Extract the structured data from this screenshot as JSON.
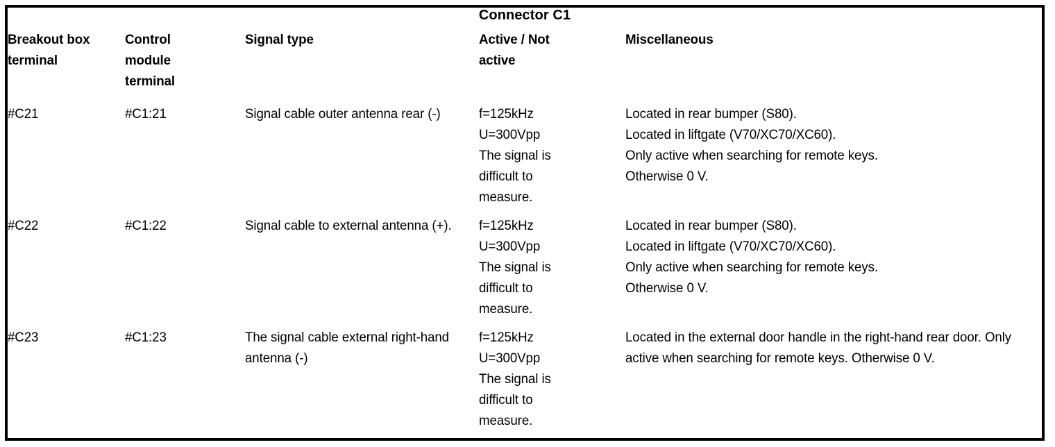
{
  "table": {
    "title": "Connector C1",
    "columns": [
      {
        "key": "breakout",
        "label": "Breakout box\nterminal"
      },
      {
        "key": "module",
        "label": "Control\nmodule\nterminal"
      },
      {
        "key": "signal",
        "label": "Signal type"
      },
      {
        "key": "active",
        "label": "Active / Not\nactive"
      },
      {
        "key": "misc",
        "label": "Miscellaneous"
      }
    ],
    "rows": [
      {
        "breakout": "#C21",
        "module": "#C1:21",
        "signal": "Signal cable outer antenna rear (-)",
        "active": "f=125kHz\nU=300Vpp\nThe signal is\ndifficult to\nmeasure.",
        "misc": "Located in rear bumper (S80).\nLocated in liftgate (V70/XC70/XC60).\nOnly active when searching for remote keys.\nOtherwise 0 V."
      },
      {
        "breakout": "#C22",
        "module": "#C1:22",
        "signal": "Signal cable to external antenna (+).",
        "active": "f=125kHz\nU=300Vpp\nThe signal is\ndifficult to\nmeasure.",
        "misc": "Located in rear bumper (S80).\nLocated in liftgate (V70/XC70/XC60).\nOnly active when searching for remote keys.\nOtherwise 0 V."
      },
      {
        "breakout": "#C23",
        "module": "#C1:23",
        "signal": "The signal cable external right-hand antenna (-)",
        "active": "f=125kHz\nU=300Vpp\nThe signal is\ndifficult to\nmeasure.",
        "misc": "Located in the external door handle in the right-hand rear door. Only active when searching for remote keys. Otherwise 0 V."
      }
    ]
  },
  "colors": {
    "border": "#000000",
    "background": "#ffffff",
    "text": "#000000"
  }
}
